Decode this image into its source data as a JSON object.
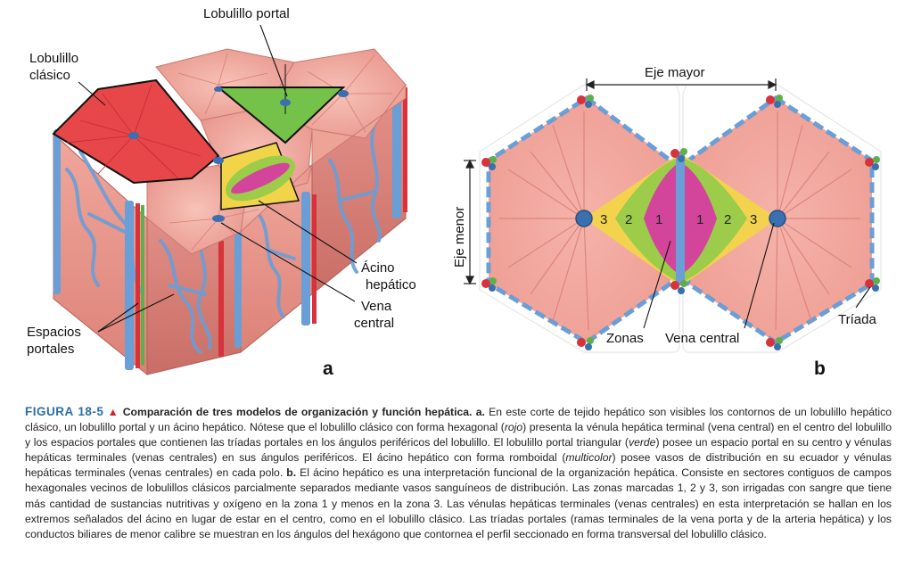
{
  "panel_a": {
    "labels": {
      "portal_lobule": "Lobulillo portal",
      "classic_lobule_line1": "Lobulillo",
      "classic_lobule_line2": "clásico",
      "acinus_line1": "Ácino",
      "acinus_line2": "hepático",
      "central_vein_line1": "Vena",
      "central_vein_line2": "central",
      "portal_spaces_line1": "Espacios",
      "portal_spaces_line2": "portales"
    },
    "panel_letter": "a"
  },
  "panel_b": {
    "labels": {
      "major_axis": "Eje mayor",
      "minor_axis": "Eje menor",
      "zones": "Zonas",
      "central_vein": "Vena central",
      "triad": "Tríada"
    },
    "zone_numbers_left": [
      "3",
      "2",
      "1"
    ],
    "zone_numbers_right": [
      "1",
      "2",
      "3"
    ],
    "panel_letter": "b"
  },
  "caption": {
    "figure_label": "FIGURA 18-5",
    "title": "Comparación de tres modelos de organización y función hepática.",
    "part_a_letter": "a.",
    "text_a1": " En este corte de tejido hepático son visibles los contornos de un lobulillo hepático clásico, un lobulillo portal y un ácino hepático. Nótese que el lobulillo clásico con forma hexagonal (",
    "rojo": "rojo",
    "text_a2": ") presenta la vénula hepática terminal (vena central) en el centro del lobulillo y los espacios portales que contienen las tríadas portales en los ángulos periféricos del lobulillo. El lobulillo portal triangular (",
    "verde": "verde",
    "text_a3": ") posee un espacio portal en su centro y vénulas hepáticas terminales (venas centrales) en sus ángulos periféricos. El ácino hepático con forma romboidal (",
    "multicolor": "multicolor",
    "text_a4": ") posee vasos de distribución en su ecuador y vénulas hepáticas terminales (venas centrales) en cada polo.",
    "part_b_letter": "b.",
    "text_b": " El ácino hepático es una interpretación funcional de la organización hepática. Consiste en sectores contiguos de campos hexagonales vecinos de lobulillos clásicos parcialmente separados mediante vasos sanguíneos de distribución. Las zonas marcadas 1, 2 y 3, son irrigadas con sangre que tiene más cantidad de sustancias nutritivas y oxígeno en la zona 1 y menos en la zona 3. Las vénulas hepáticas terminales (venas centrales) en esta interpretación se hallan en los extremos señalados del ácino en lugar de estar en el centro, como en el lobulillo clásico. Las tríadas portales (ramas terminales de la vena porta y de la arteria hepática) y los conductos biliares de menor calibre se muestran en los ángulos del hexágono que contornea el perfil seccionado en forma transversal del lobulillo clásico."
  },
  "colors": {
    "lobule_pink": "#f0a39a",
    "lobule_red": "#e8474a",
    "portal_green": "#74c24a",
    "zone1_magenta": "#d2459a",
    "zone2_green": "#9ccc4a",
    "zone3_yellow": "#f2d44a",
    "vessel_blue": "#6a9ed6",
    "artery_red": "#d8323a",
    "accent_blue": "#2b6ea8"
  }
}
